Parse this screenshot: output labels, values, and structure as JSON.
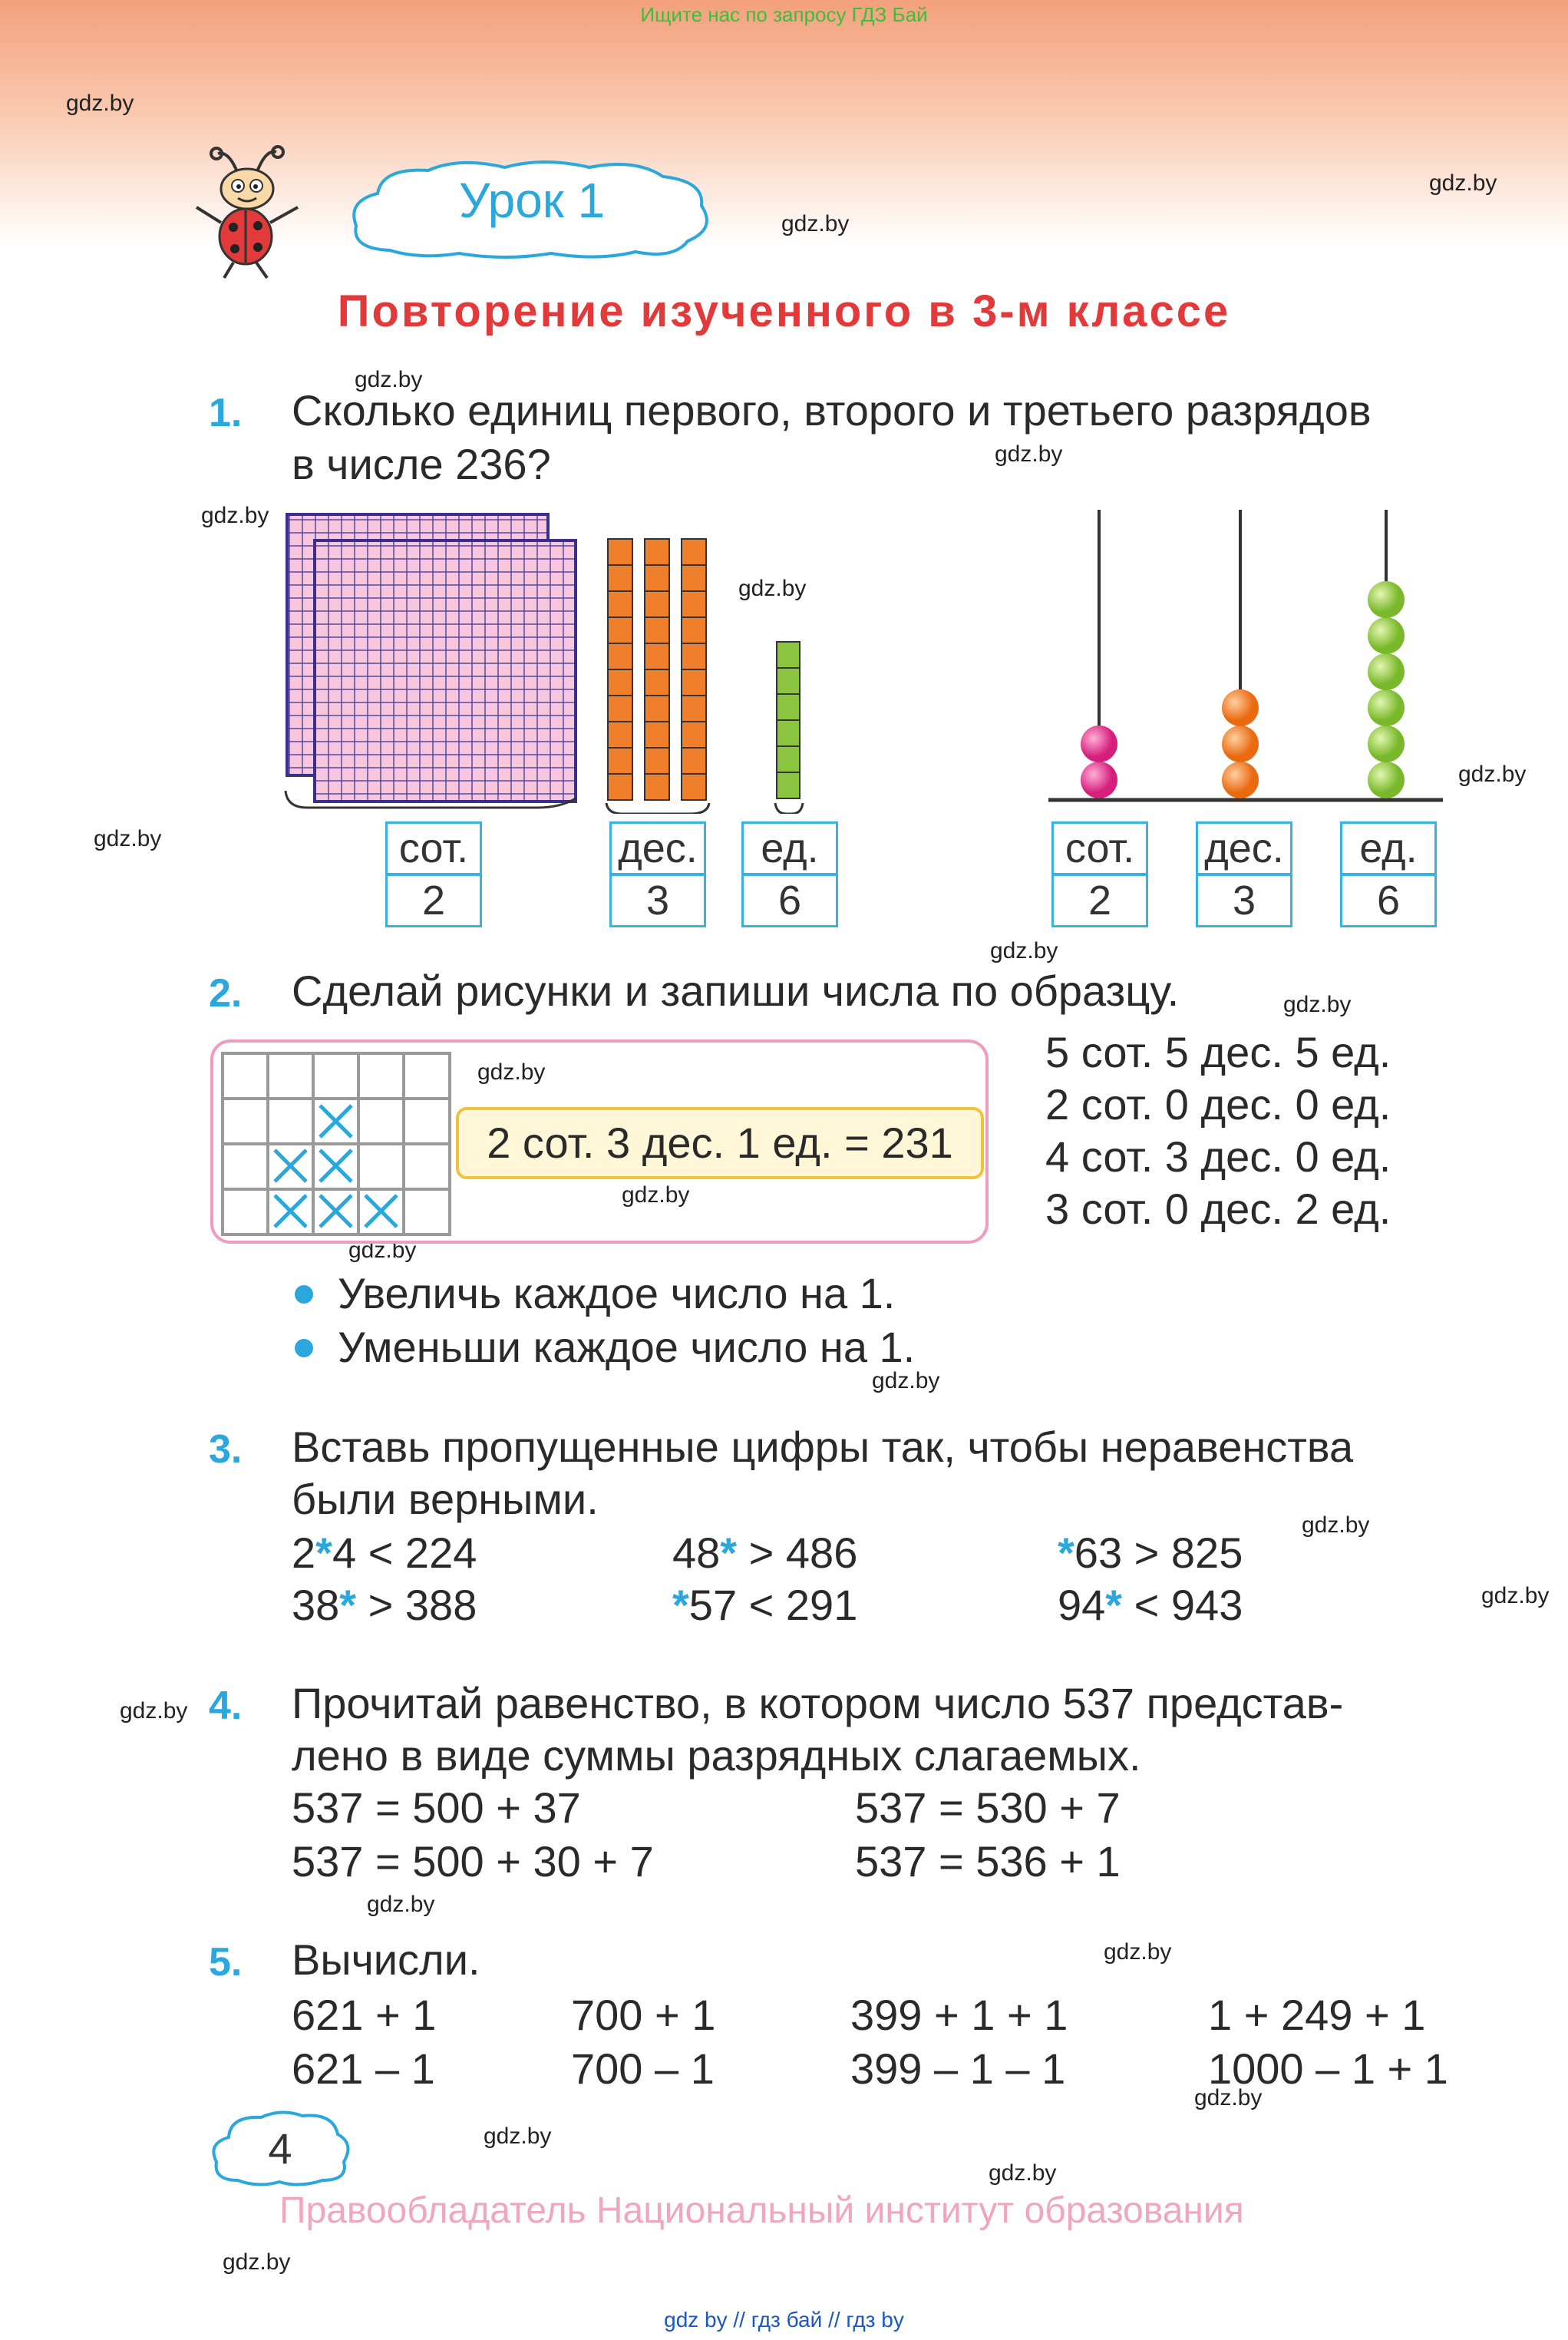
{
  "top_banner": "Ищите нас по запросу ГДЗ Бай",
  "watermark": "gdz.by",
  "lesson_label": "Урок 1",
  "title": "Повторение изученного в 3-м классе",
  "ex1": {
    "num": "1.",
    "line1": "Сколько единиц первого, второго и третьего разрядов",
    "line2": "в числе 236?",
    "headers": [
      "сот.",
      "дес.",
      "ед."
    ],
    "values": [
      "2",
      "3",
      "6"
    ],
    "abacus_beads": [
      2,
      3,
      6
    ]
  },
  "ex2": {
    "num": "2.",
    "text": "Сделай рисунки и запиши числа по образцу.",
    "sample": "2 сот. 3 дес. 1 ед. = 231",
    "items": [
      "5 сот. 5 дес. 5 ед.",
      "2 сот. 0 дес. 0 ед.",
      "4 сот. 3 дес. 0 ед.",
      "3 сот. 0 дес. 2 ед."
    ],
    "bullets": [
      "Увеличь каждое число на 1.",
      "Уменьши каждое число на 1."
    ]
  },
  "ex3": {
    "num": "3.",
    "line1": "Вставь пропущенные цифры так, чтобы неравенства",
    "line2": "были верными.",
    "star": "*",
    "r1": [
      {
        "a": "2",
        "b": "4 < 224"
      },
      {
        "a": "48",
        "b": " > 486"
      },
      {
        "a": "",
        "b": "63 > 825"
      }
    ],
    "r2": [
      {
        "a": "38",
        "b": " > 388"
      },
      {
        "a": "",
        "b": "57 < 291"
      },
      {
        "a": "94",
        "b": " < 943"
      }
    ]
  },
  "ex4": {
    "num": "4.",
    "line1": "Прочитай равенство, в котором число 537 представ-",
    "line2": "лено в виде суммы разрядных слагаемых.",
    "eq": [
      "537 = 500 + 37",
      "537 = 530 + 7",
      "537 = 500 + 30 + 7",
      "537 = 536 + 1"
    ]
  },
  "ex5": {
    "num": "5.",
    "text": "Вычисли.",
    "row1": [
      "621 + 1",
      "700 + 1",
      "399 + 1 + 1",
      "1 + 249 + 1"
    ],
    "row2": [
      "621 – 1",
      "700 – 1",
      "399 – 1 – 1",
      "1000 – 1 + 1"
    ]
  },
  "page_number": "4",
  "copyright": "Правообладатель Национальный институт образования",
  "bottom_links": "gdz by  //  гдз бай  //  гдз by",
  "colors": {
    "accent": "#2aa7dc",
    "title": "#e23a3a",
    "pink_bead": "#e0338d",
    "orange_bead": "#f07f2c",
    "green_bead": "#8bc53f"
  }
}
